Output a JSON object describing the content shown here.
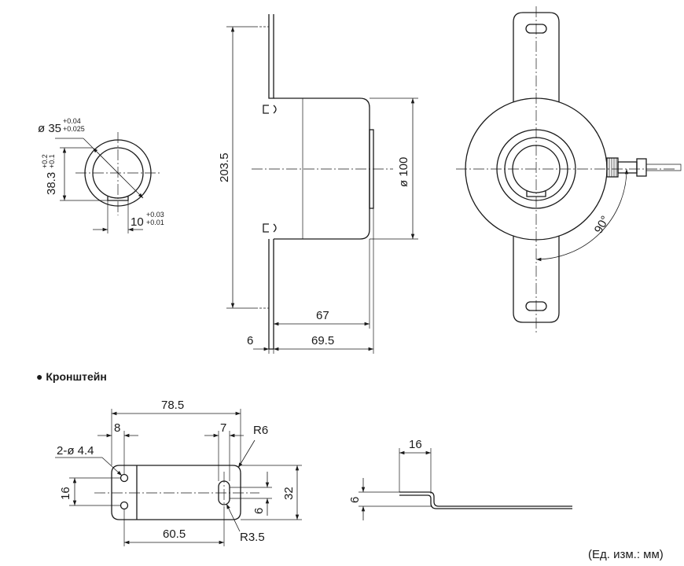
{
  "section_title": "● Кронштейн",
  "unit_note": "(Ед. изм.: мм)",
  "shaft": {
    "diameter_label": "ø 35",
    "diameter_tol_upper": "+0.04",
    "diameter_tol_lower": "+0.025",
    "key_height_label": "38.3",
    "key_height_tol_upper": "+0.2",
    "key_height_tol_lower": "+0.1",
    "key_width_label": "10",
    "key_width_tol_upper": "+0.03",
    "key_width_tol_lower": "+0.01"
  },
  "side": {
    "height_label": "203.5",
    "diameter_label": "ø 100",
    "body_length_label": "67",
    "flange_label": "6",
    "total_length_label": "69.5"
  },
  "front": {
    "angle_label": "90°"
  },
  "bracket": {
    "length_label": "78.5",
    "hole_offset_label": "8",
    "slot_offset_label": "7",
    "radius_label": "R6",
    "holes_label": "2-ø 4.4",
    "hole_spacing_label": "16",
    "height_label": "32",
    "slot_width_label": "6",
    "span_label": "60.5",
    "slot_radius_label": "R3.5",
    "bend_length_label": "16",
    "bend_height_label": "6"
  }
}
